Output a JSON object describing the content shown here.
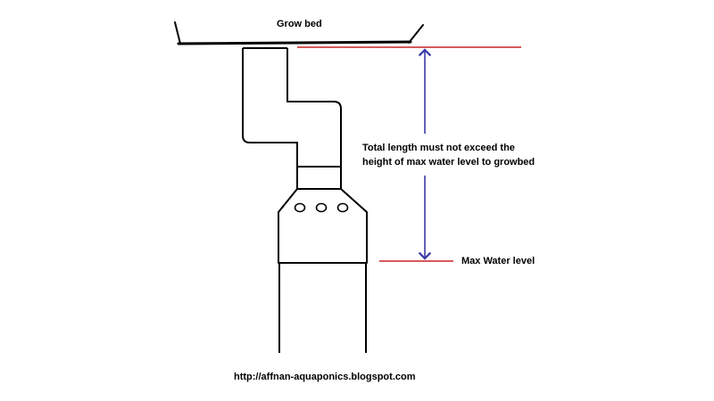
{
  "labels": {
    "grow_bed": "Grow bed",
    "note_line1": "Total length must not exceed the",
    "note_line2": "height of max water level to growbed",
    "max_water_level": "Max Water level",
    "url": "http://affnan-aquaponics.blogspot.com"
  },
  "colors": {
    "outline": "#000000",
    "level_line": "#cc2222",
    "dimension_arrow": "#3a3aa8",
    "background": "#ffffff"
  }
}
